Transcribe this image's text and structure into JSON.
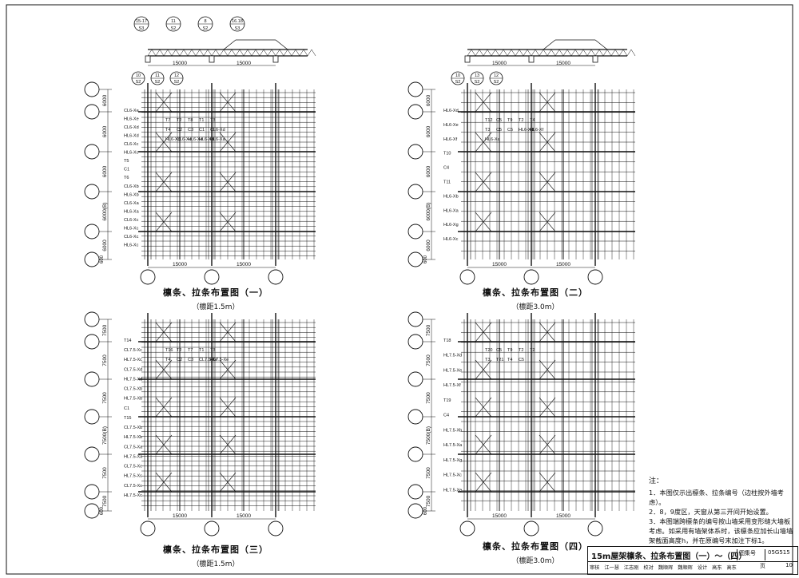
{
  "panels": [
    {
      "title": "檩条、拉条布置图（一）",
      "subtitle": "（檩距1.5m）",
      "bay_labels": [
        "6000",
        "6000",
        "6000",
        "6000(B)",
        "6000",
        "6000"
      ],
      "side_labels": [
        "CL6-Xe",
        "HL6-Xe",
        "CL6-Xd",
        "HL6-Xd",
        "CL6-Xc",
        "HL6-Xc",
        "T5",
        "C1",
        "T6",
        "CL6-Xb",
        "HL6-Xb",
        "CL6-Xa",
        "HL6-Xa",
        "CL6-Xc",
        "HL6-Xc",
        "CL6-Xc",
        "HL6-Xc"
      ],
      "inner_labels": [
        "T7",
        "T2",
        "T8",
        "T1",
        "T3",
        "T4",
        "C2",
        "C3",
        "C1",
        "CL6-Xd",
        "HL6-Xd",
        "CL6-Xe",
        "HL6-Xe",
        "HL6-Xb",
        "HL6-Xa"
      ],
      "span_labels": [
        "15000",
        "15000"
      ],
      "bubbles": [
        [
          "10",
          "S2"
        ],
        [
          "11",
          "S2"
        ],
        [
          "12",
          "S2"
        ]
      ]
    },
    {
      "title": "檩条、拉条布置图（二）",
      "subtitle": "（檩距3.0m）",
      "bay_labels": [
        "6000",
        "6000",
        "6000",
        "6000(B)",
        "6000",
        "6000"
      ],
      "side_labels": [
        "HL6-Xd",
        "HL6-Xe",
        "HL6-Xf",
        "T10",
        "C4",
        "T11",
        "HL6-Xb",
        "HL6-Xa",
        "HL6-Xg",
        "HL6-Xc"
      ],
      "inner_labels": [
        "T12",
        "C5",
        "T9",
        "T2",
        "T4",
        "T3",
        "C5",
        "C5",
        "HL6-Xd",
        "HL6-Xf",
        "HL6-Xa"
      ],
      "span_labels": [
        "15000",
        "15000"
      ],
      "bubbles": [
        [
          "10",
          "S2"
        ],
        [
          "13",
          "S2"
        ],
        [
          "12",
          "S2"
        ]
      ]
    },
    {
      "title": "檩条、拉条布置图（三）",
      "subtitle": "（檩距1.5m）",
      "bay_labels": [
        "7500",
        "7500",
        "7500",
        "7500(B)",
        "7500",
        "7500"
      ],
      "side_labels": [
        "T14",
        "CL7.5-Xc",
        "HL7.5-Xc",
        "CL7.5-Xd",
        "HL7.5-Xd",
        "CL7.5-Xb",
        "HL7.5-Xb",
        "C1",
        "T15",
        "CL7.5-Xb",
        "HL7.5-Xb",
        "CL7.5-Xa",
        "HL7.5-Xa",
        "CL7.5-Xc",
        "HL7.5-Xc",
        "CL7.5-Xc",
        "HL7.5-Xc"
      ],
      "inner_labels": [
        "T16",
        "T2",
        "T7",
        "T1",
        "T3",
        "T4",
        "C2",
        "C3",
        "CL7.5-Xe",
        "HL7.5-Xe"
      ],
      "span_labels": [
        "15000",
        "15000"
      ],
      "bubbles": []
    },
    {
      "title": "檩条、拉条布置图（四）",
      "subtitle": "（檩距3.0m）",
      "bay_labels": [
        "7500",
        "7500",
        "7500",
        "7500(B)",
        "7500",
        "7500"
      ],
      "side_labels": [
        "T18",
        "HL7.5-Xd",
        "HL7.5-Xe",
        "HL7.5-Xf",
        "T19",
        "C4",
        "HL7.5-Xb",
        "HL7.5-Xa",
        "HL7.5-Xg",
        "HL7.5-Xc",
        "HL7.5-Xe"
      ],
      "inner_labels": [
        "T20",
        "C5",
        "T9",
        "T2",
        "T2",
        "T3",
        "T21",
        "T4",
        "C5"
      ],
      "span_labels": [
        "15000",
        "15000"
      ],
      "bubbles": []
    }
  ],
  "elevations": [
    {
      "spans": [
        "15000",
        "15000"
      ],
      "bubbles": [
        [
          "15-17",
          "S3"
        ],
        [
          "11",
          "S2"
        ],
        [
          "8",
          "S2"
        ],
        [
          "16.18",
          "S3"
        ]
      ]
    },
    {
      "spans": [
        "15000",
        "15000"
      ],
      "bubbles": []
    }
  ],
  "edge_dims": [
    "600",
    "600"
  ],
  "notes": {
    "heading": "注：",
    "items": [
      "1．本图仅示出檩条、拉条编号（边柱按外墙考虑）。",
      "2．8，9度区，天窗从第三开间开始设置。",
      "3．本图端跨檩条的编号按山墙采用变形缝大墙板考虑。如采用有墙架体系时，该檩条应加长山墙墙架截面高度h，并在原编号末加注下标1。"
    ]
  },
  "title_block": {
    "title": "15m屋架檩条、拉条布置图（一）～（四）",
    "atlas_label": "图集号",
    "atlas_no": "05G515",
    "row2": [
      "审核",
      "江一慧",
      "江志刚",
      "校对",
      "魏顺辉",
      "魏顺辉",
      "设计",
      "高东",
      "高东"
    ],
    "page_label": "页",
    "page_no": "10"
  }
}
